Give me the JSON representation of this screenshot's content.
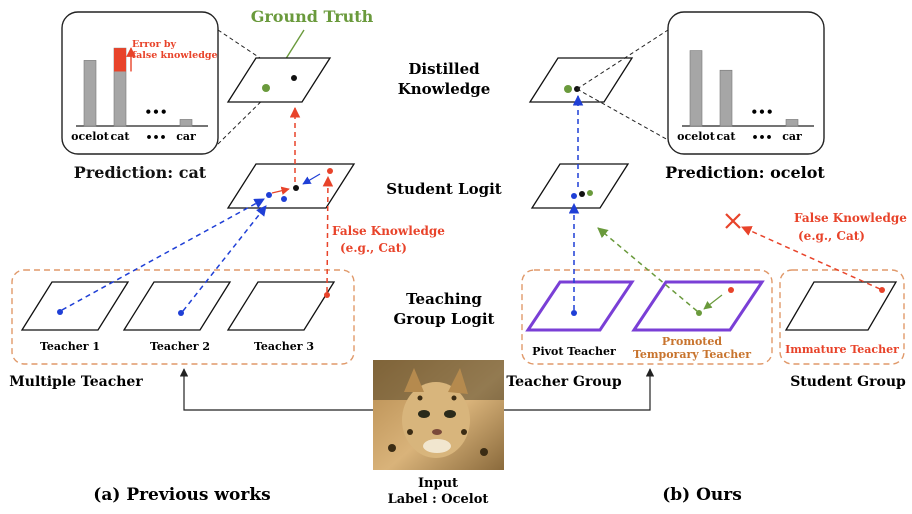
{
  "colors": {
    "ground_truth": "#6a9a3c",
    "false_knowledge": "#e8432a",
    "teacher_blue": "#1f3fd6",
    "promoted": "#7a3fd6",
    "group_box": "#e0996a",
    "bar": "#a6a6a6"
  },
  "icons": [
    "cross-icon",
    "input-image"
  ],
  "left": {
    "prediction_title": "Prediction: cat",
    "bar_labels": [
      "ocelot",
      "cat",
      "•••",
      "car"
    ],
    "bar_values": [
      0.8,
      0.95,
      0.0,
      0.08
    ],
    "error_share": 0.3,
    "error_label": [
      "Error by",
      "false knowledge"
    ],
    "teachers": [
      "Teacher 1",
      "Teacher 2",
      "Teacher 3"
    ],
    "group_label": "Multiple Teacher",
    "false_knowledge": [
      "False Knowledge",
      "(e.g., Cat)"
    ],
    "caption": "(a) Previous works"
  },
  "center": {
    "ground_truth": "Ground Truth",
    "distilled": [
      "Distilled",
      "Knowledge"
    ],
    "student_logit": "Student Logit",
    "teaching_group": [
      "Teaching",
      "Group Logit"
    ],
    "input_label": [
      "Input",
      "Label : Ocelot"
    ]
  },
  "right": {
    "prediction_title": "Prediction: ocelot",
    "bar_labels": [
      "ocelot",
      "cat",
      "•••",
      "car"
    ],
    "bar_values": [
      0.92,
      0.68,
      0.0,
      0.08
    ],
    "pivot": "Pivot Teacher",
    "promoted": [
      "Promoted",
      "Temporary Teacher"
    ],
    "immature": "Immature Teacher",
    "teacher_group": "Teacher Group",
    "student_group": "Student Group",
    "false_knowledge": [
      "False Knowledge",
      "(e.g., Cat)"
    ],
    "caption": "(b) Ours"
  }
}
